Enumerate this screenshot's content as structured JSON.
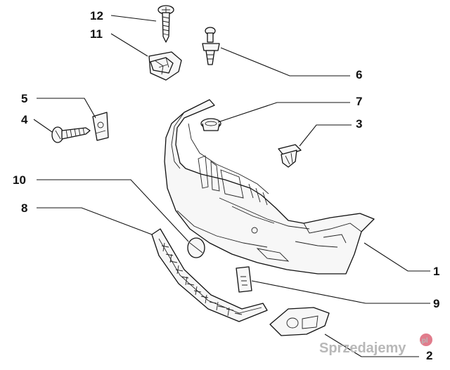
{
  "callouts": [
    {
      "id": "12",
      "label": "12"
    },
    {
      "id": "11",
      "label": "11"
    },
    {
      "id": "6",
      "label": "6"
    },
    {
      "id": "7",
      "label": "7"
    },
    {
      "id": "5",
      "label": "5"
    },
    {
      "id": "3",
      "label": "3"
    },
    {
      "id": "4",
      "label": "4"
    },
    {
      "id": "10",
      "label": "10"
    },
    {
      "id": "8",
      "label": "8"
    },
    {
      "id": "1",
      "label": "1"
    },
    {
      "id": "9",
      "label": "9"
    },
    {
      "id": "2",
      "label": "2"
    }
  ],
  "watermark": {
    "text": "Sprzedajemy",
    "domain": ".pl"
  },
  "colors": {
    "ink": "#111111",
    "part_fill": "#f7f7f7",
    "watermark": "#b8b8b8",
    "watermark_badge": "#c8102e"
  }
}
